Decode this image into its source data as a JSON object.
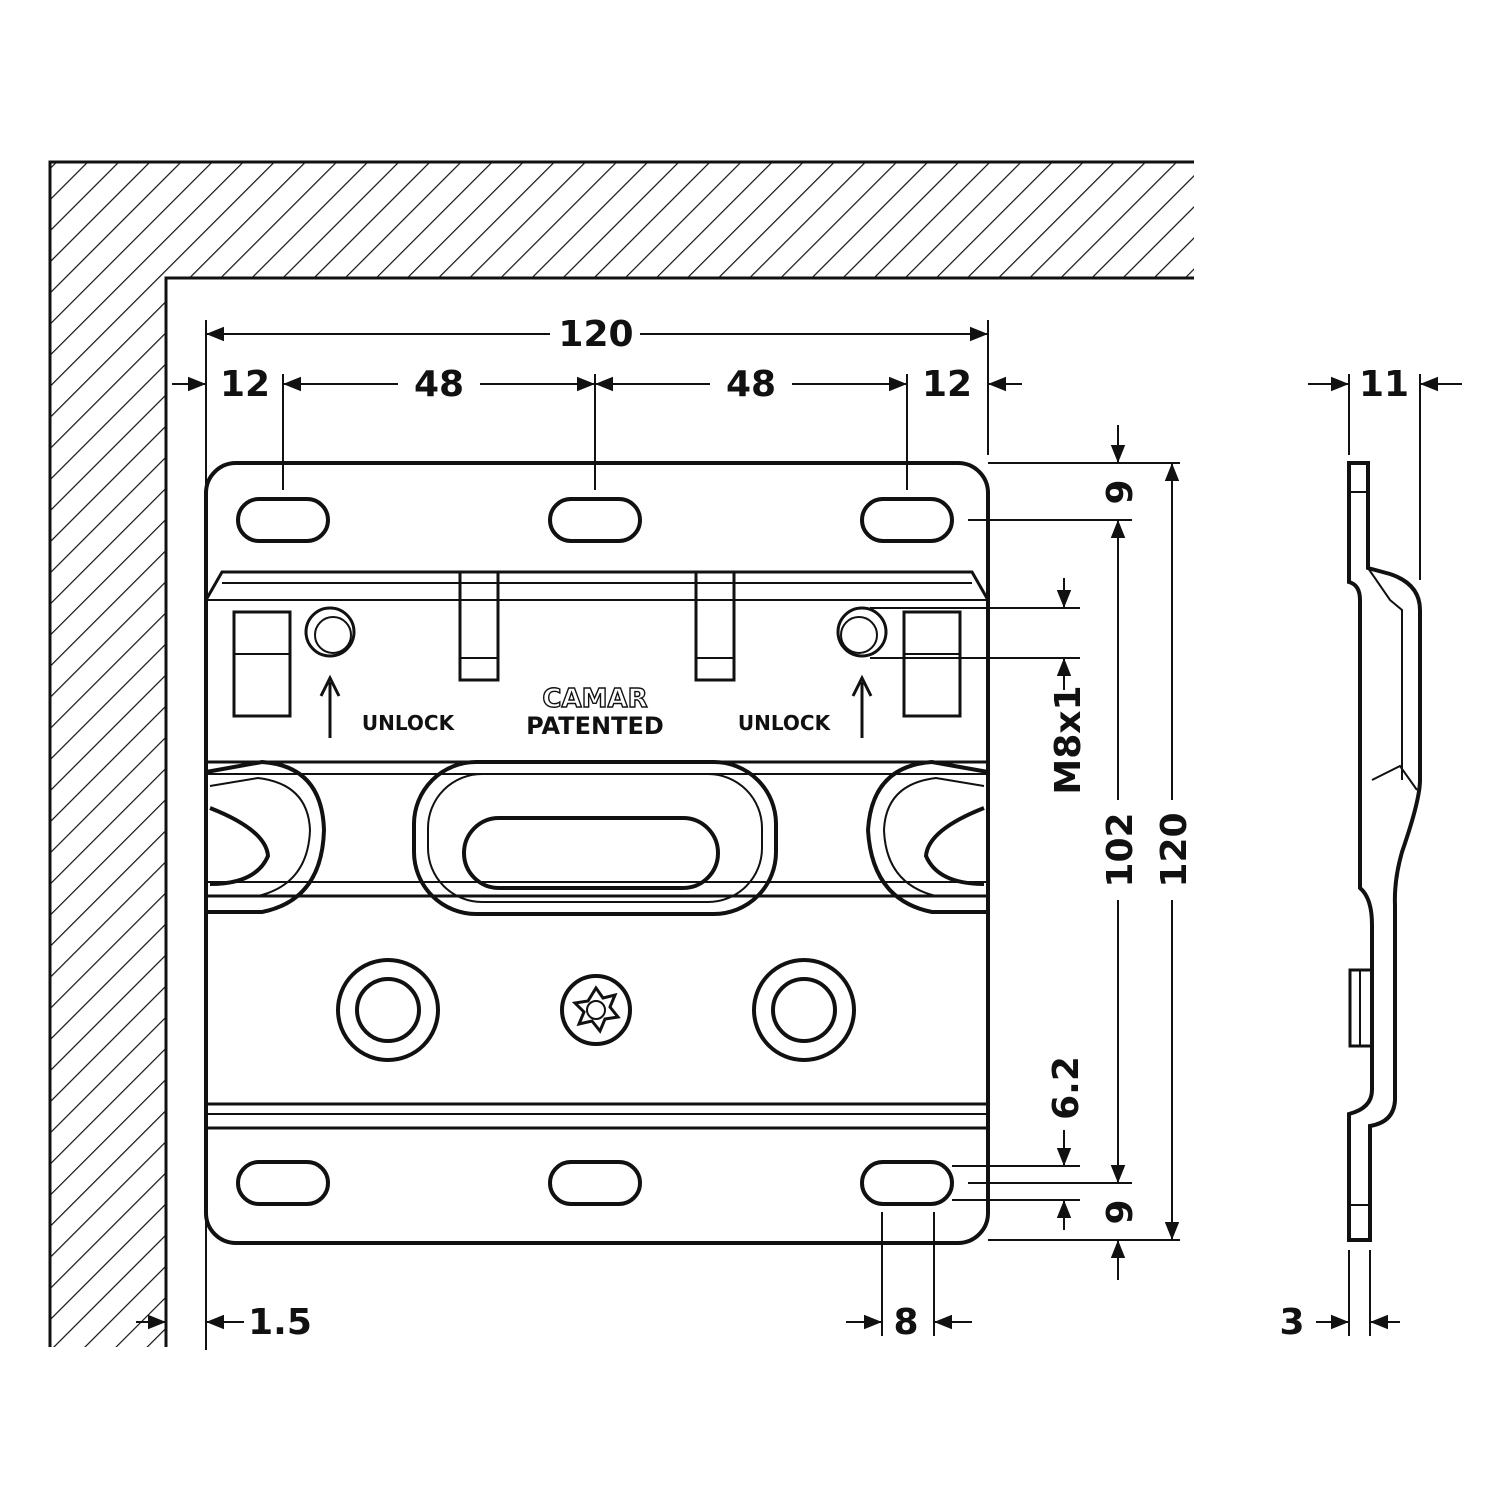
{
  "drawing": {
    "dimensions": {
      "overall_width": "120",
      "edge_left": "12",
      "pitch_left": "48",
      "pitch_right": "48",
      "edge_right": "12",
      "side_thickness": "11",
      "top_margin": "9",
      "bottom_margin": "9",
      "inner_height": "102",
      "overall_height": "120",
      "thread": "M8x1",
      "slot_spacing": "6.2",
      "slot_width": "8",
      "wall_gap": "1.5",
      "plate_thickness": "3"
    },
    "labels": {
      "unlock_left": "UNLOCK",
      "unlock_right": "UNLOCK",
      "brand": "CAMAR",
      "patented": "PATENTED"
    }
  }
}
